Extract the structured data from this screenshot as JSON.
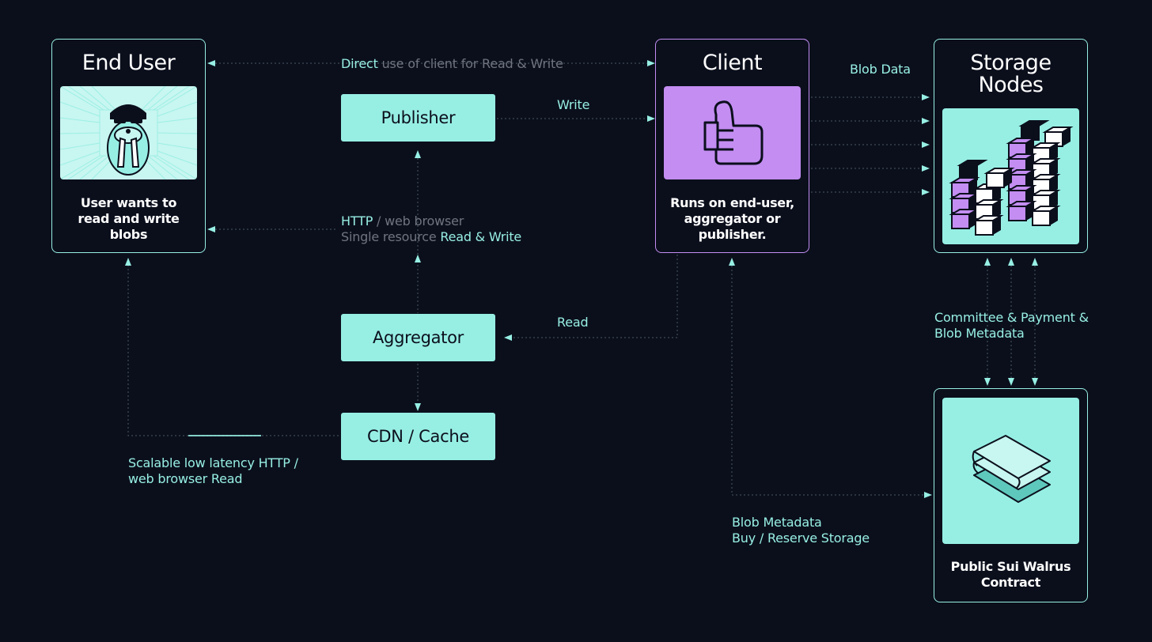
{
  "colors": {
    "background": "#0b0f1c",
    "accent_mint": "#97efe4",
    "accent_purple": "#c38df2",
    "muted_text": "#6f7480",
    "text_white": "#ffffff"
  },
  "panels": {
    "end_user": {
      "title": "End User",
      "caption": "User wants to\nread and write\nblobs",
      "icon": "walrus-avatar-icon"
    },
    "client": {
      "title": "Client",
      "caption": "Runs on end-user,\naggregator or\npublisher.",
      "icon": "thumbs-up-icon"
    },
    "storage_nodes": {
      "title": "Storage\nNodes",
      "icon": "stacked-cubes-icon"
    },
    "contract": {
      "caption": "Public Sui Walrus\nContract",
      "icon": "stacked-sheets-icon"
    }
  },
  "nodes": {
    "publisher": "Publisher",
    "aggregator": "Aggregator",
    "cdn": "CDN / Cache"
  },
  "labels": {
    "direct_a": "Direct",
    "direct_b": " use of client for Read & Write",
    "write": "Write",
    "http_a": "HTTP",
    "http_b": " / web browser",
    "single_a": "Single resource ",
    "single_b": "Read & Write",
    "read": "Read",
    "scalable_1": "Scalable low latency HTTP /",
    "scalable_2": "web browser Read",
    "blob_data": "Blob Data",
    "committee_1": "Committee & Payment &",
    "committee_2": "Blob Metadata",
    "blobmeta_1": "Blob Metadata",
    "blobmeta_2": "Buy / Reserve Storage"
  }
}
